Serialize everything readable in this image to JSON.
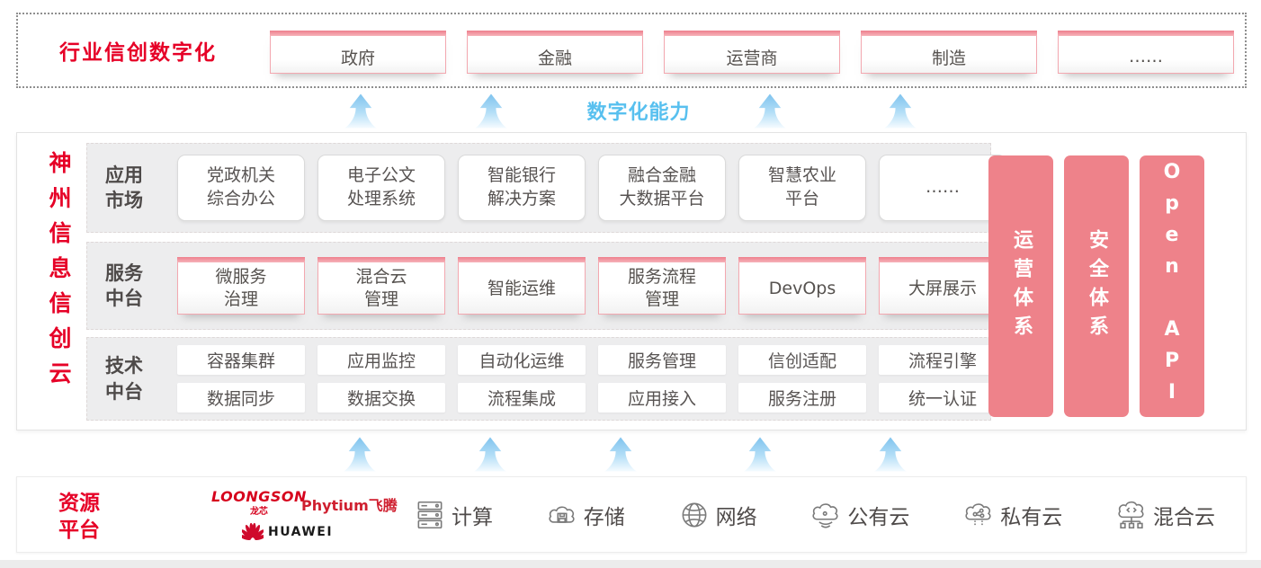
{
  "colors": {
    "brand_red": "#e60027",
    "pink_bar": "#ee828a",
    "sky_blue": "#58c0ef",
    "box_text": "#575352"
  },
  "industry": {
    "title": "行业信创数字化",
    "items": [
      "政府",
      "金融",
      "运营商",
      "制造",
      "……"
    ]
  },
  "capability_label": "数字化能力",
  "platform": {
    "vertical_title": "神州信息信创云",
    "app_market": {
      "label": "应用\n市场",
      "items": [
        "党政机关\n综合办公",
        "电子公文\n处理系统",
        "智能银行\n解决方案",
        "融合金融\n大数据平台",
        "智慧农业\n平台",
        "……"
      ]
    },
    "service_platform": {
      "label": "服务\n中台",
      "items": [
        "微服务\n治理",
        "混合云\n管理",
        "智能运维",
        "服务流程\n管理",
        "DevOps",
        "大屏展示"
      ]
    },
    "tech_platform": {
      "label": "技术\n中台",
      "row1": [
        "容器集群",
        "应用监控",
        "自动化运维",
        "服务管理",
        "信创适配",
        "流程引擎"
      ],
      "row2": [
        "数据同步",
        "数据交换",
        "流程集成",
        "应用接入",
        "服务注册",
        "统一认证"
      ]
    },
    "side_bars": [
      "运营体系",
      "安全体系",
      "Open API"
    ]
  },
  "resources": {
    "title": "资源\n平台",
    "vendors": {
      "loongson": "LOONGSON",
      "loongson_cn": "龙芯",
      "phytium": "Phytium飞腾",
      "huawei": "HUAWEI"
    },
    "items": [
      {
        "icon": "compute-icon",
        "label": "计算"
      },
      {
        "icon": "storage-icon",
        "label": "存储"
      },
      {
        "icon": "network-icon",
        "label": "网络"
      },
      {
        "icon": "public-cloud-icon",
        "label": "公有云"
      },
      {
        "icon": "private-cloud-icon",
        "label": "私有云"
      },
      {
        "icon": "hybrid-cloud-icon",
        "label": "混合云"
      }
    ]
  }
}
